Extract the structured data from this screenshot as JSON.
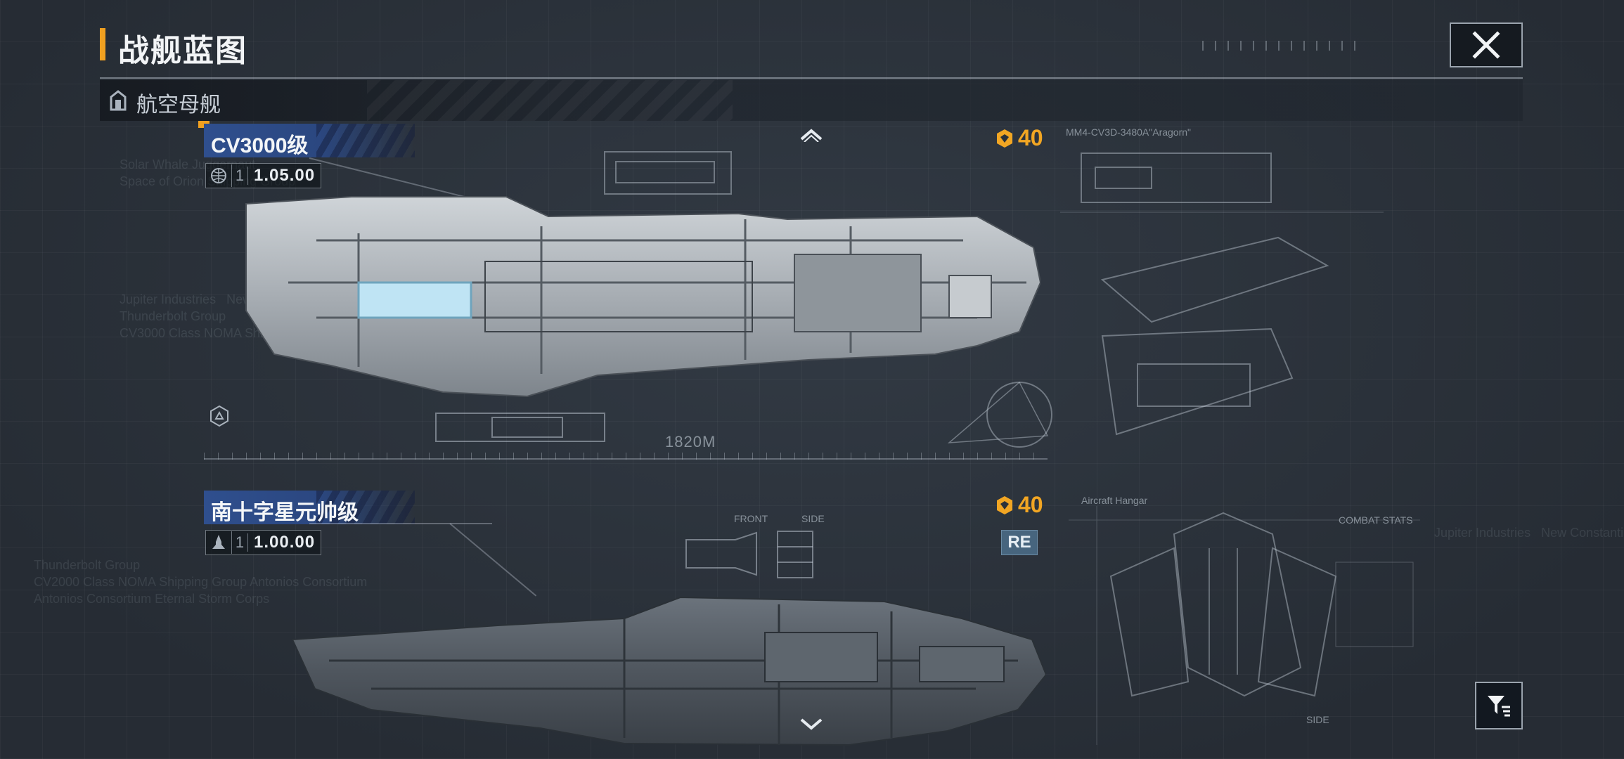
{
  "header": {
    "title": "战舰蓝图"
  },
  "category": {
    "label": "航空母舰"
  },
  "ships": [
    {
      "name": "CV3000级",
      "tier": "1",
      "level": "1.05.00",
      "cost": "40",
      "length_label": "1820M",
      "blueprint_label": "MM4-CV3D-3480A\"Aragorn\""
    },
    {
      "name": "南十字星元帅级",
      "tier": "1",
      "level": "1.00.00",
      "cost": "40",
      "badge": "RE",
      "blueprint_label": "Aircraft Hangar",
      "front_label": "FRONT",
      "side_label": "SIDE",
      "combat_label": "COMBAT STATS",
      "side_label_2": "SIDE"
    }
  ],
  "colors": {
    "accent": "#f0a020",
    "cost": "#f2a623",
    "name_tag": "#2f4f8e",
    "badge": "#47657e"
  },
  "icons": {
    "close": "close-icon",
    "category": "carrier-icon",
    "cost": "cost-emblem-icon",
    "filter": "filter-icon"
  }
}
